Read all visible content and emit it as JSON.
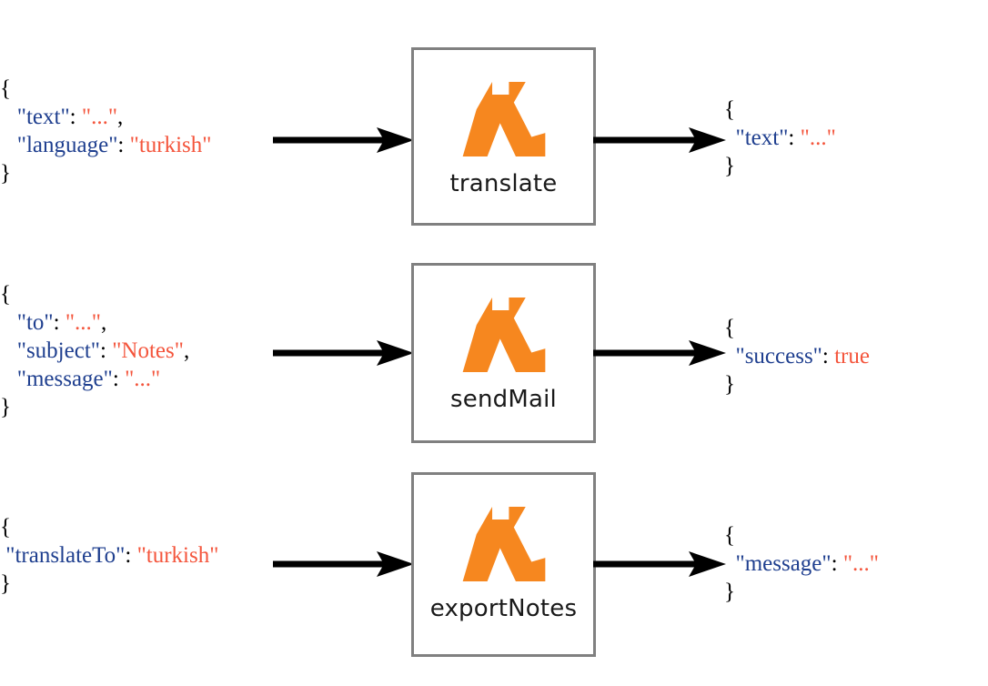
{
  "diagram": {
    "title": "Lambda function input/output diagram",
    "colors": {
      "key": "#1f3f8f",
      "value": "#f4553c",
      "punctuation": "#000000",
      "lambda_orange": "#f6871f",
      "box_border": "#808080",
      "arrow": "#000000",
      "background": "#ffffff"
    },
    "rows": [
      {
        "name": "translate-row",
        "input": {
          "lines": [
            [
              {
                "t": "{",
                "c": "p"
              }
            ],
            [
              {
                "t": "   ",
                "c": "p"
              },
              {
                "t": "\"text\"",
                "c": "k"
              },
              {
                "t": ": ",
                "c": "p"
              },
              {
                "t": "\"...\"",
                "c": "v"
              },
              {
                "t": ",",
                "c": "p"
              }
            ],
            [
              {
                "t": "   ",
                "c": "p"
              },
              {
                "t": "\"language\"",
                "c": "k"
              },
              {
                "t": ": ",
                "c": "p"
              },
              {
                "t": "\"turkish\"",
                "c": "v"
              }
            ],
            [
              {
                "t": "}",
                "c": "p"
              }
            ]
          ]
        },
        "function": {
          "label": "translate",
          "icon": "lambda-icon"
        },
        "output": {
          "lines": [
            [
              {
                "t": "{",
                "c": "p"
              }
            ],
            [
              {
                "t": "  ",
                "c": "p"
              },
              {
                "t": "\"text\"",
                "c": "k"
              },
              {
                "t": ": ",
                "c": "p"
              },
              {
                "t": "\"...\"",
                "c": "v"
              }
            ],
            [
              {
                "t": "}",
                "c": "p"
              }
            ]
          ]
        },
        "arrow_in": "arrow-right",
        "arrow_out": "arrow-right"
      },
      {
        "name": "sendmail-row",
        "input": {
          "lines": [
            [
              {
                "t": "{",
                "c": "p"
              }
            ],
            [
              {
                "t": "   ",
                "c": "p"
              },
              {
                "t": "\"to\"",
                "c": "k"
              },
              {
                "t": ": ",
                "c": "p"
              },
              {
                "t": "\"...\"",
                "c": "v"
              },
              {
                "t": ",",
                "c": "p"
              }
            ],
            [
              {
                "t": "   ",
                "c": "p"
              },
              {
                "t": "\"subject\"",
                "c": "k"
              },
              {
                "t": ": ",
                "c": "p"
              },
              {
                "t": "\"Notes\"",
                "c": "v"
              },
              {
                "t": ",",
                "c": "p"
              }
            ],
            [
              {
                "t": "   ",
                "c": "p"
              },
              {
                "t": "\"message\"",
                "c": "k"
              },
              {
                "t": ": ",
                "c": "p"
              },
              {
                "t": "\"...\"",
                "c": "v"
              }
            ],
            [
              {
                "t": "}",
                "c": "p"
              }
            ]
          ]
        },
        "function": {
          "label": "sendMail",
          "icon": "lambda-icon"
        },
        "output": {
          "lines": [
            [
              {
                "t": "{",
                "c": "p"
              }
            ],
            [
              {
                "t": "  ",
                "c": "p"
              },
              {
                "t": "\"success\"",
                "c": "k"
              },
              {
                "t": ": ",
                "c": "p"
              },
              {
                "t": "true",
                "c": "v"
              }
            ],
            [
              {
                "t": "}",
                "c": "p"
              }
            ]
          ]
        },
        "arrow_in": "arrow-right",
        "arrow_out": "arrow-right"
      },
      {
        "name": "exportnotes-row",
        "input": {
          "lines": [
            [
              {
                "t": "{",
                "c": "p"
              }
            ],
            [
              {
                "t": " ",
                "c": "p"
              },
              {
                "t": "\"translateTo\"",
                "c": "k"
              },
              {
                "t": ": ",
                "c": "p"
              },
              {
                "t": "\"turkish\"",
                "c": "v"
              }
            ],
            [
              {
                "t": "}",
                "c": "p"
              }
            ]
          ]
        },
        "function": {
          "label": "exportNotes",
          "icon": "lambda-icon"
        },
        "output": {
          "lines": [
            [
              {
                "t": "{",
                "c": "p"
              }
            ],
            [
              {
                "t": "  ",
                "c": "p"
              },
              {
                "t": "\"message\"",
                "c": "k"
              },
              {
                "t": ": ",
                "c": "p"
              },
              {
                "t": "\"...\"",
                "c": "v"
              }
            ],
            [
              {
                "t": "}",
                "c": "p"
              }
            ]
          ]
        },
        "arrow_in": "arrow-right",
        "arrow_out": "arrow-right"
      }
    ]
  }
}
